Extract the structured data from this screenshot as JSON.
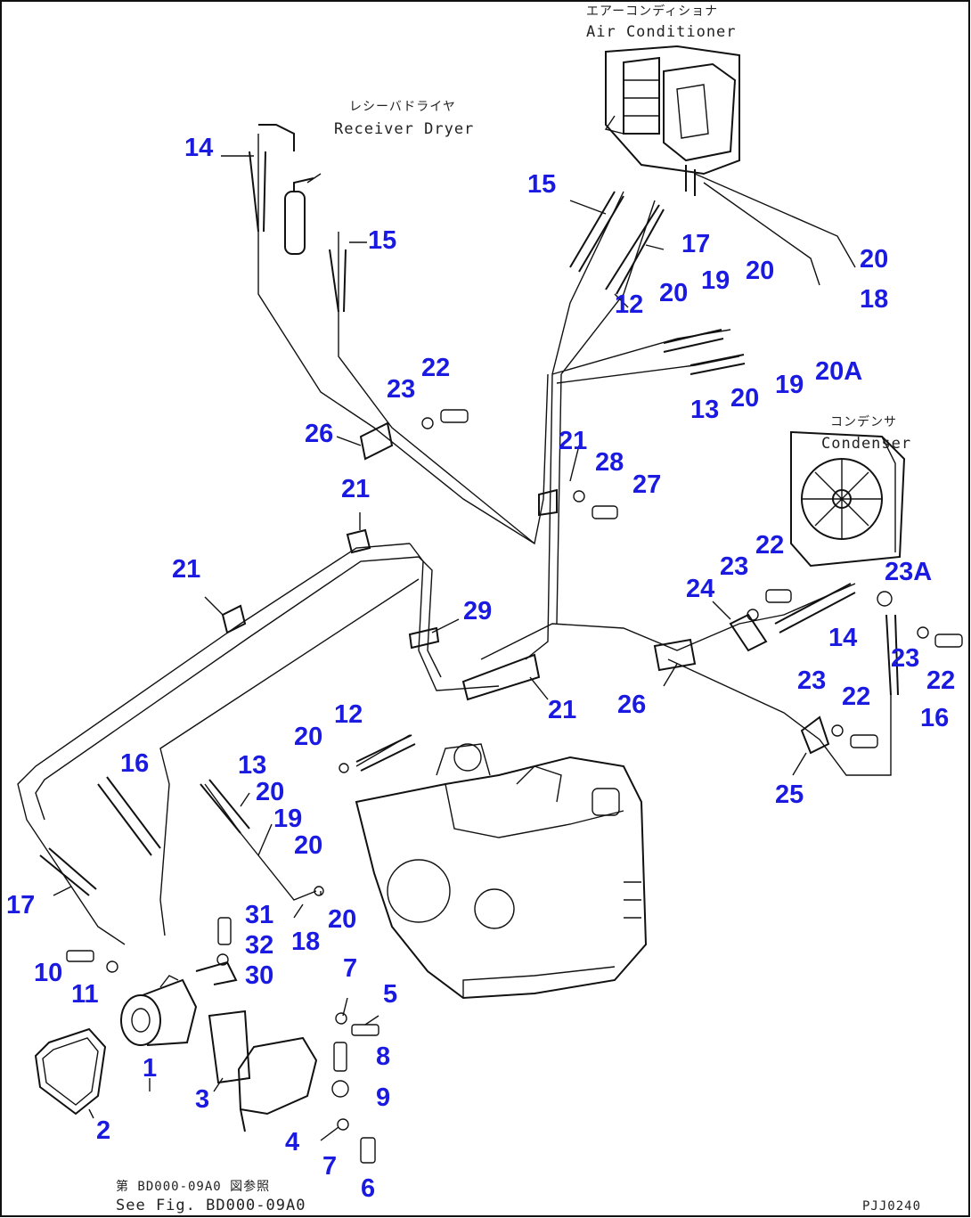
{
  "labels": {
    "aircon_jp": "エアーコンディショナ",
    "aircon_en": "Air Conditioner",
    "receiver_jp": "レシーバドライヤ",
    "receiver_en": "Receiver Dryer",
    "condenser_jp": "コンデンサ",
    "condenser_en": "Condenser",
    "note_jp": "第 BD000-09A0 図参照",
    "note_en": "See Fig. BD000-09A0",
    "drawing_code": "PJJ0240"
  },
  "callouts": [
    "14",
    "15",
    "23",
    "22",
    "26",
    "21",
    "21",
    "29",
    "21",
    "16",
    "13",
    "20",
    "19",
    "20",
    "17",
    "18",
    "20",
    "31",
    "32",
    "30",
    "10",
    "11",
    "1",
    "2",
    "3",
    "4",
    "7",
    "6",
    "7",
    "5",
    "8",
    "9",
    "12",
    "20",
    "15",
    "17",
    "12",
    "20",
    "19",
    "20",
    "20",
    "18",
    "13",
    "20",
    "19",
    "20A",
    "21",
    "28",
    "27",
    "22",
    "23",
    "24",
    "14",
    "23A",
    "23",
    "22",
    "16",
    "23",
    "22",
    "25",
    "26"
  ],
  "colors": {
    "callout": "#1a1ae0",
    "line": "#111111"
  }
}
